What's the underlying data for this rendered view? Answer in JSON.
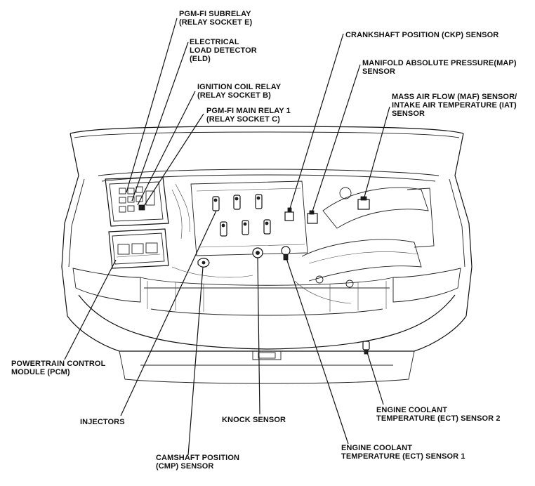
{
  "labels": {
    "pgm_fi_subrelay": [
      "PGM-FI SUBRELAY",
      "(RELAY SOCKET E)"
    ],
    "eld": [
      "ELECTRICAL",
      "LOAD DETECTOR",
      "(ELD)"
    ],
    "ignition_coil_relay": [
      "IGNITION COIL RELAY",
      "(RELAY SOCKET B)"
    ],
    "pgm_fi_main_relay": [
      "PGM-FI MAIN RELAY 1",
      "(RELAY SOCKET C)"
    ],
    "ckp_sensor": [
      "CRANKSHAFT POSITION (CKP) SENSOR"
    ],
    "map_sensor": [
      "MANIFOLD ABSOLUTE PRESSURE(MAP)",
      "SENSOR"
    ],
    "maf_iat_sensor": [
      "MASS AIR FLOW (MAF) SENSOR/",
      "INTAKE AIR TEMPERATURE (IAT)",
      "SENSOR"
    ],
    "pcm": [
      "POWERTRAIN CONTROL",
      "MODULE (PCM)"
    ],
    "injectors": [
      "INJECTORS"
    ],
    "knock_sensor": [
      "KNOCK SENSOR"
    ],
    "cmp_sensor": [
      "CAMSHAFT POSITION",
      "(CMP) SENSOR"
    ],
    "ect_sensor_1": [
      "ENGINE COOLANT",
      "TEMPERATURE (ECT) SENSOR 1"
    ],
    "ect_sensor_2": [
      "ENGINE COOLANT",
      "TEMPERATURE (ECT) SENSOR 2"
    ]
  }
}
